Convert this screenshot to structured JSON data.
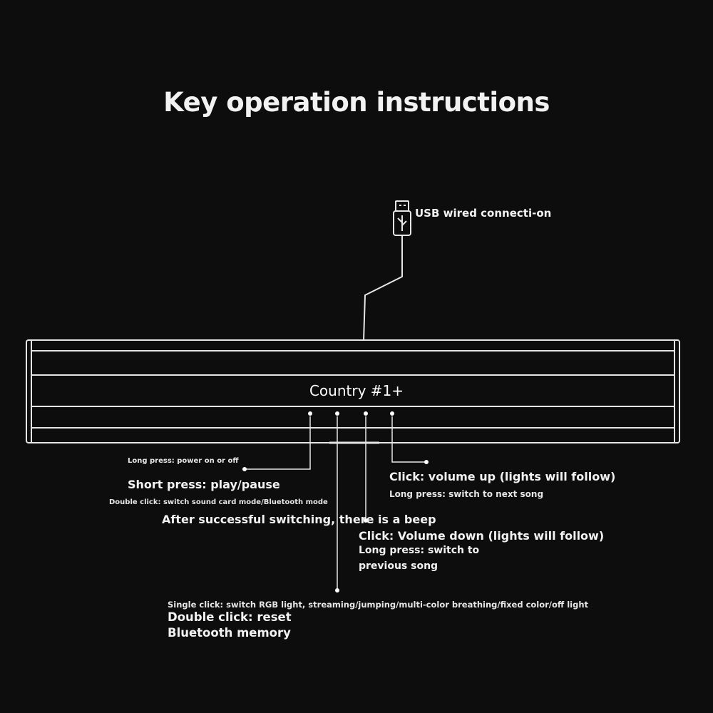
{
  "title": "Key operation instructions",
  "usb_label": "USB wired connecti-on",
  "brand": "Country #1+",
  "power_button": {
    "long_press": "Long press: power on or off",
    "short_press": "Short press: play/pause",
    "double_click": "Double click: switch sound card mode/Bluetooth mode",
    "after_switch": "After successful switching, there is a beep"
  },
  "volume_up": {
    "click": "Click: volume up (lights will follow)",
    "long_press": "Long press: switch to next song"
  },
  "volume_down": {
    "click": "Click: Volume down (lights will follow)",
    "long_press_1": "Long press: switch to",
    "long_press_2": "previous song"
  },
  "light_button": {
    "single_click": "Single click: switch RGB light, streaming/jumping/multi-color breathing/fixed color/off light",
    "double_click_1": "Double click: reset",
    "double_click_2": "Bluetooth memory"
  },
  "colors": {
    "background": "#0d0d0d",
    "line": "#e6e6e6",
    "text": "#f2f2f2"
  }
}
